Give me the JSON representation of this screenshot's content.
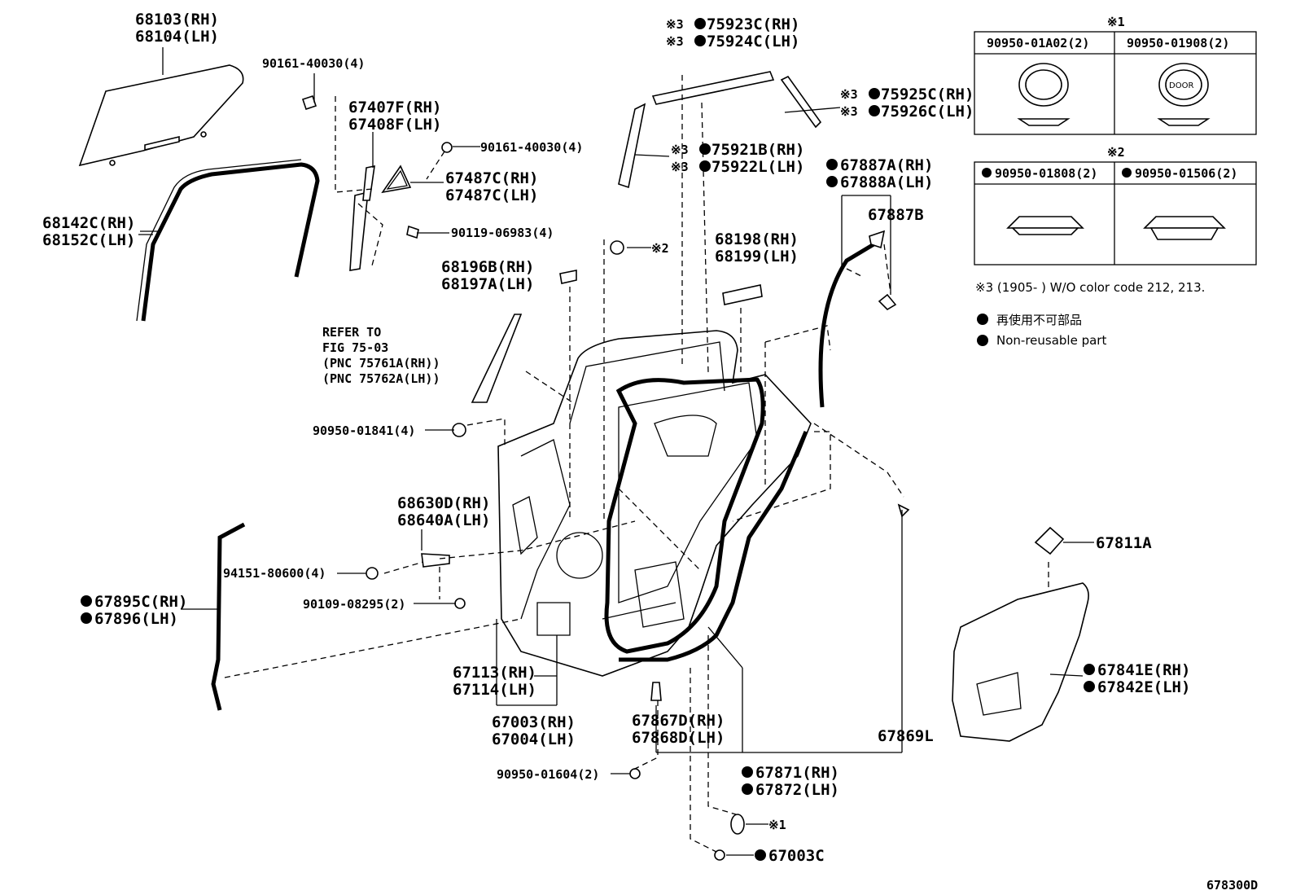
{
  "labels": {
    "p68103": "68103(RH)",
    "p68104": "68104(LH)",
    "p90161a": "90161-40030(4)",
    "p67407": "67407F(RH)",
    "p67408": "67408F(LH)",
    "p90161b": "90161-40030(4)",
    "p67487": "67487C(RH)",
    "p67488": "67487C(LH)",
    "p68142": "68142C(RH)",
    "p68152": "68152C(LH)",
    "p90119": "90119-06983(4)",
    "p75923": "75923C(RH)",
    "p75924": "75924C(LH)",
    "p75925": "75925C(RH)",
    "p75926": "75926C(LH)",
    "p75921": "75921B(RH)",
    "p75922": "75922L(LH)",
    "p67887a": "67887A(RH)",
    "p67888a": "67888A(LH)",
    "p67887b": "67887B",
    "p68196": "68196B(RH)",
    "p68197": "68197A(LH)",
    "pX2a": "※2",
    "p68198": "68198(RH)",
    "p68199": "68199(LH)",
    "refer1": "REFER TO",
    "refer2": "FIG 75-03",
    "refer3": "(PNC 75761A(RH))",
    "refer4": "(PNC 75762A(LH))",
    "p90950_01841": "90950-01841(4)",
    "p68630": "68630D(RH)",
    "p68640": "68640A(LH)",
    "p94151": "94151-80600(4)",
    "p90109": "90109-08295(2)",
    "p67895": "67895C(RH)",
    "p67896": "67896(LH)",
    "p67113": "67113(RH)",
    "p67114": "67114(LH)",
    "p67003": "67003(RH)",
    "p67004": "67004(LH)",
    "p67867": "67867D(RH)",
    "p67868": "67868D(LH)",
    "p67869": "67869L",
    "p90950_01604": "90950-01604(2)",
    "p67871": "67871(RH)",
    "p67872": "67872(LH)",
    "pX1": "※1",
    "p67003c": "67003C",
    "p67811": "67811A",
    "p67841": "67841E(RH)",
    "p67842": "67842E(LH)",
    "code": "678300D"
  },
  "legend": {
    "x1_title": "※1",
    "x1_col1": "90950-01A02(2)",
    "x1_col2": "90950-01908(2)",
    "door_text": "DOOR",
    "x2_title": "※2",
    "x2_col1": "90950-01808(2)",
    "x2_col2": "90950-01506(2)",
    "x3_note": "※3 (1905-     ) W/O color code 212, 213.",
    "jp_note": "再使用不可部品",
    "en_note": "Non-reusable part",
    "x3_mark": "※3"
  }
}
